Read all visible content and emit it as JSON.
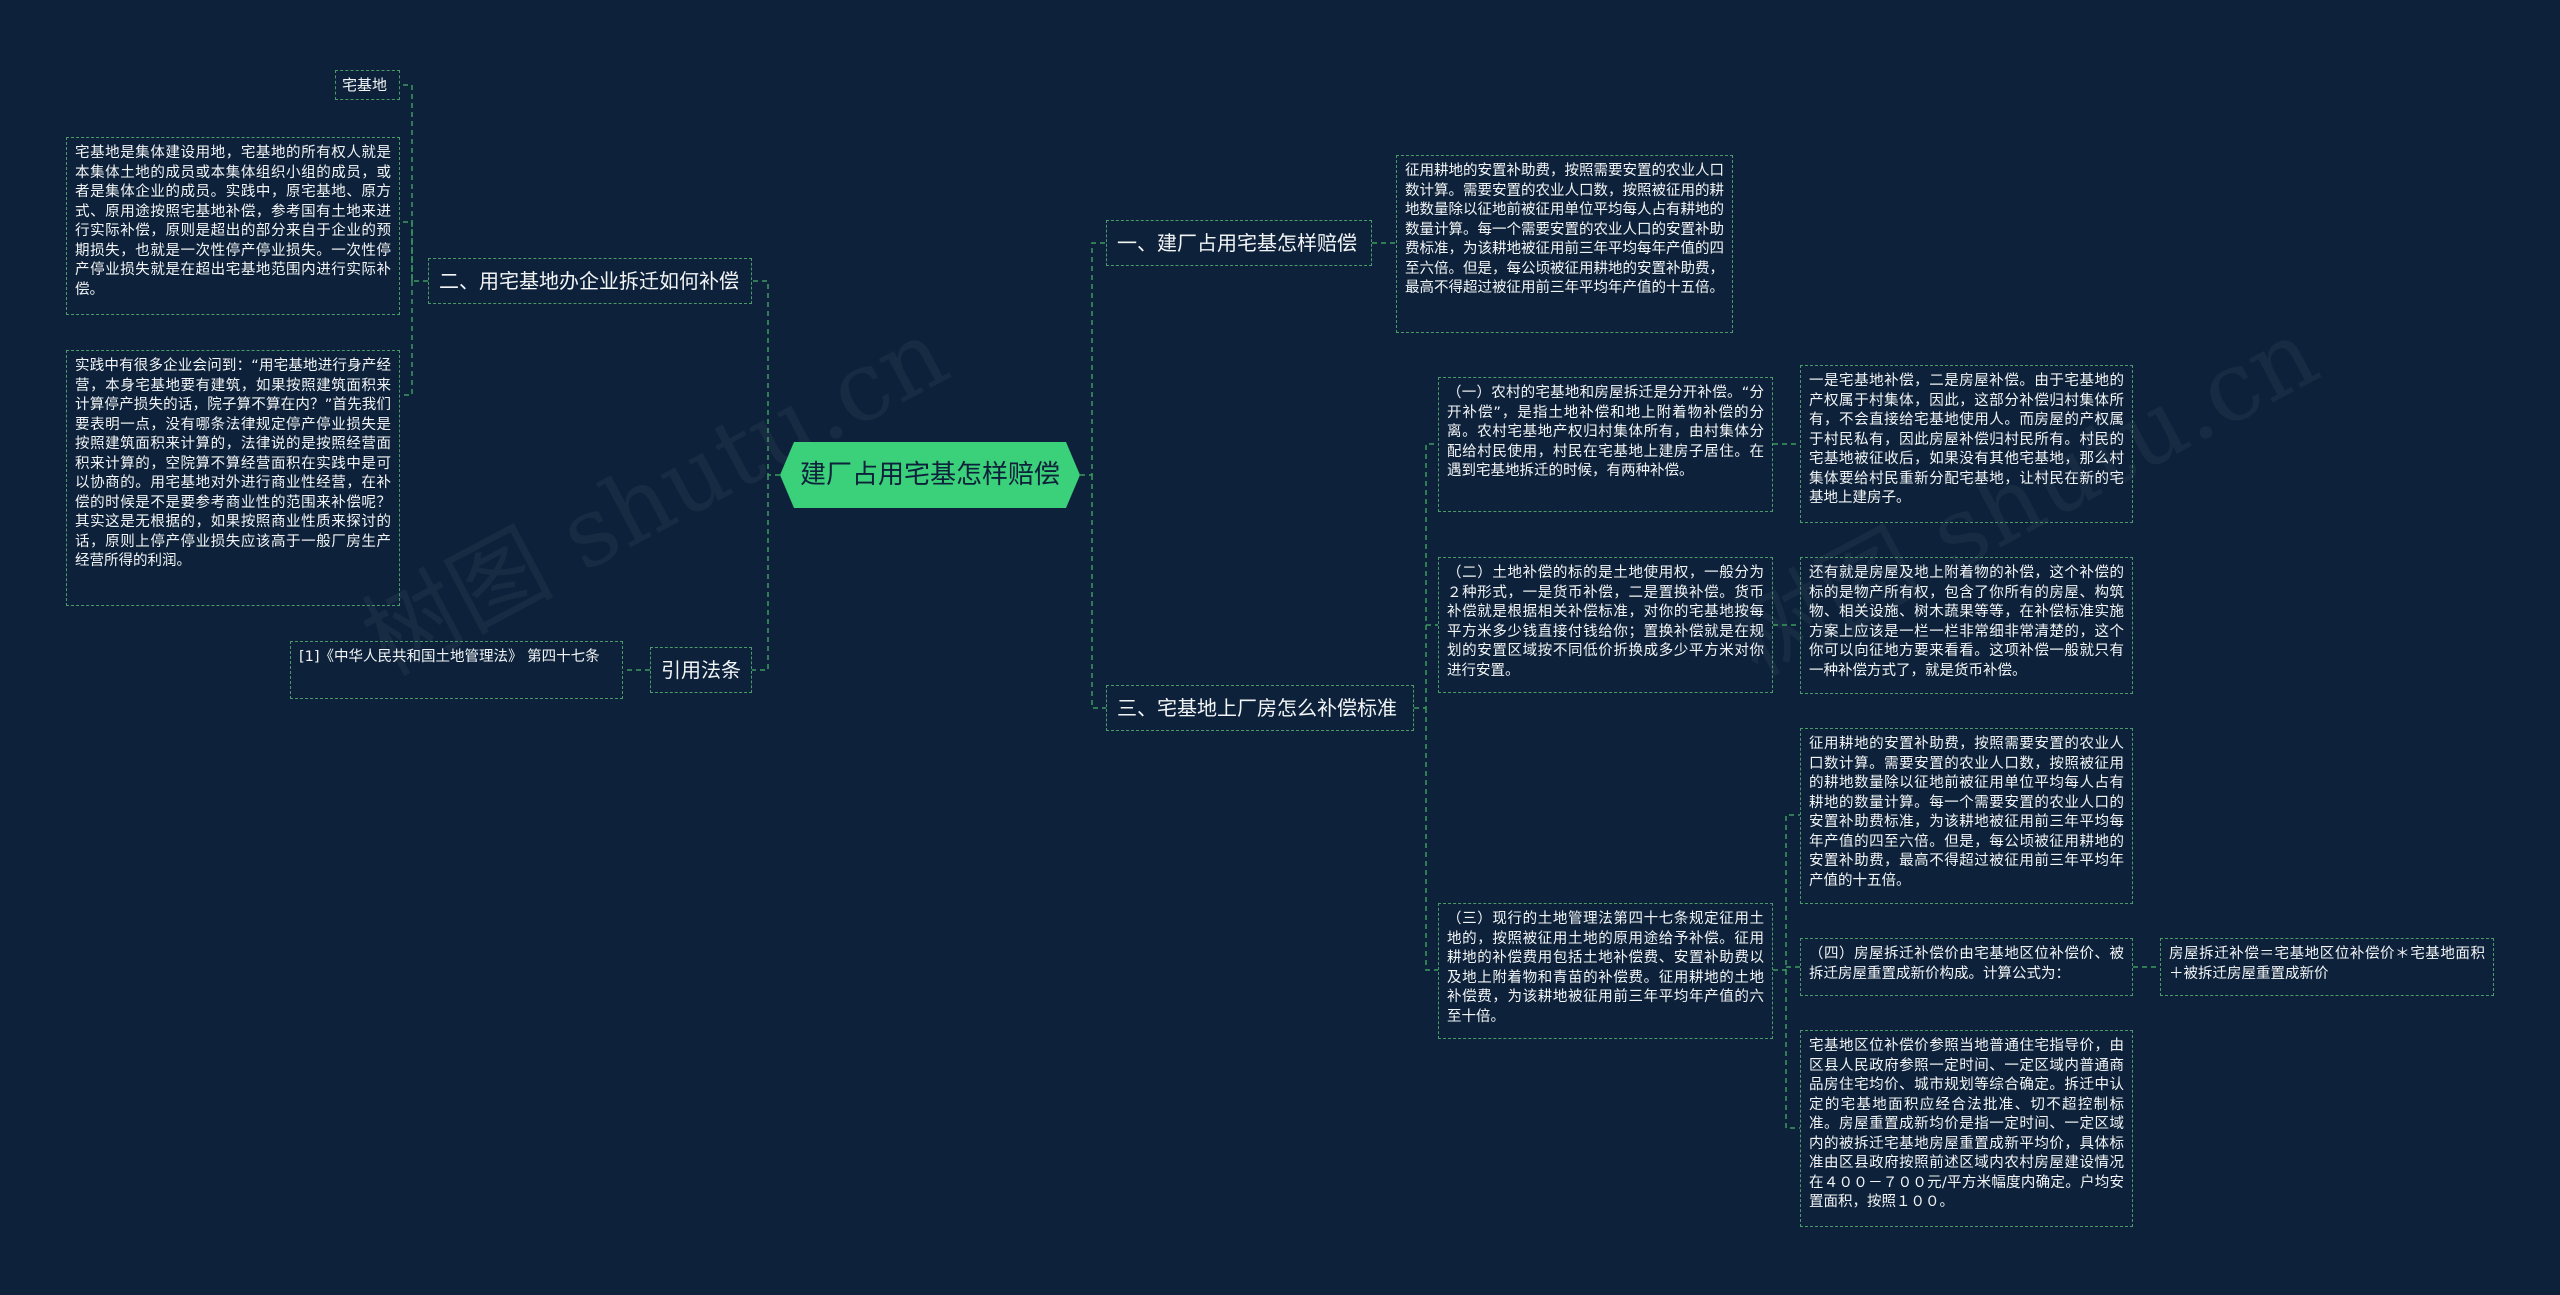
{
  "watermark": "树图 shutu.cn",
  "root": "建厂占用宅基怎样赔偿",
  "left": {
    "b2": {
      "title": "二、用宅基地办企业拆迁如何补偿",
      "label": "宅基地",
      "text1": "宅基地是集体建设用地，宅基地的所有权人就是本集体土地的成员或本集体组织小组的成员，或者是集体企业的成员。实践中，原宅基地、原方式、原用途按照宅基地补偿，参考国有土地来进行实际补偿，原则是超出的部分来自于企业的预期损失，也就是一次性停产停业损失。一次性停产停业损失就是在超出宅基地范围内进行实际补偿。",
      "text2": "实践中有很多企业会问到：“用宅基地进行身产经营，本身宅基地要有建筑，如果按照建筑面积来计算停产损失的话，院子算不算在内？”首先我们要表明一点，没有哪条法律规定停产停业损失是按照建筑面积来计算的，法律说的是按照经营面积来计算的，空院算不算经营面积在实践中是可以协商的。用宅基地对外进行商业性经营，在补偿的时候是不是要参考商业性的范围来补偿呢？其实这是无根据的，如果按照商业性质来探讨的话，原则上停产停业损失应该高于一般厂房生产经营所得的利润。"
    },
    "ref": {
      "title": "引用法条",
      "text": "[1]《中华人民共和国土地管理法》 第四十七条"
    }
  },
  "right": {
    "b1": {
      "title": "一、建厂占用宅基怎样赔偿",
      "text": "征用耕地的安置补助费，按照需要安置的农业人口数计算。需要安置的农业人口数，按照被征用的耕地数量除以征地前被征用单位平均每人占有耕地的数量计算。每一个需要安置的农业人口的安置补助费标准，为该耕地被征用前三年平均每年产值的四至六倍。但是，每公顷被征用耕地的安置补助费，最高不得超过被征用前三年平均年产值的十五倍。"
    },
    "b3": {
      "title": "三、宅基地上厂房怎么补偿标准",
      "s1": "（一）农村的宅基地和房屋拆迁是分开补偿。“分开补偿”，是指土地补偿和地上附着物补偿的分离。农村宅基地产权归村集体所有，由村集体分配给村民使用，村民在宅基地上建房子居住。在遇到宅基地拆迁的时候，有两种补偿。",
      "s1c": "一是宅基地补偿，二是房屋补偿。由于宅基地的产权属于村集体，因此，这部分补偿归村集体所有，不会直接给宅基地使用人。而房屋的产权属于村民私有，因此房屋补偿归村民所有。村民的宅基地被征收后，如果没有其他宅基地，那么村集体要给村民重新分配宅基地，让村民在新的宅基地上建房子。",
      "s2": "（二）土地补偿的标的是土地使用权，一般分为２种形式，一是货币补偿，二是置换补偿。货币补偿就是根据相关补偿标准，对你的宅基地按每平方米多少钱直接付钱给你；置换补偿就是在规划的安置区域按不同低价折换成多少平方米对你进行安置。",
      "s2c": "还有就是房屋及地上附着物的补偿，这个补偿的标的是物产所有权，包含了你所有的房屋、构筑物、相关设施、树木蔬果等等，在补偿标准实施方案上应该是一栏一栏非常细非常清楚的，这个你可以向征地方要来看看。这项补偿一般就只有一种补偿方式了，就是货币补偿。",
      "s3": "（三）现行的土地管理法第四十七条规定征用土地的，按照被征用土地的原用途给予补偿。征用耕地的补偿费用包括土地补偿费、安置补助费以及地上附着物和青苗的补偿费。征用耕地的土地补偿费，为该耕地被征用前三年平均年产值的六至十倍。",
      "s3c1": "征用耕地的安置补助费，按照需要安置的农业人口数计算。需要安置的农业人口数，按照被征用的耕地数量除以征地前被征用单位平均每人占有耕地的数量计算。每一个需要安置的农业人口的安置补助费标准，为该耕地被征用前三年平均每年产值的四至六倍。但是，每公顷被征用耕地的安置补助费，最高不得超过被征用前三年平均年产值的十五倍。",
      "s3c2": "（四）房屋拆迁补偿价由宅基地区位补偿价、被拆迁房屋重置成新价构成。计算公式为：",
      "s3c2c": "房屋拆迁补偿＝宅基地区位补偿价＊宅基地面积＋被拆迁房屋重置成新价",
      "s3c3": "宅基地区位补偿价参照当地普通住宅指导价，由区县人民政府参照一定时间、一定区域内普通商品房住宅均价、城市规划等综合确定。拆迁中认定的宅基地面积应经合法批准、切不超控制标准。房屋重置成新均价是指一定时间、一定区域内的被拆迁宅基地房屋重置成新平均价，具体标准由区县政府按照前述区域内农村房屋建设情况在４００－７００元/平方米幅度内确定。户均安置面积，按照１００。"
    }
  }
}
